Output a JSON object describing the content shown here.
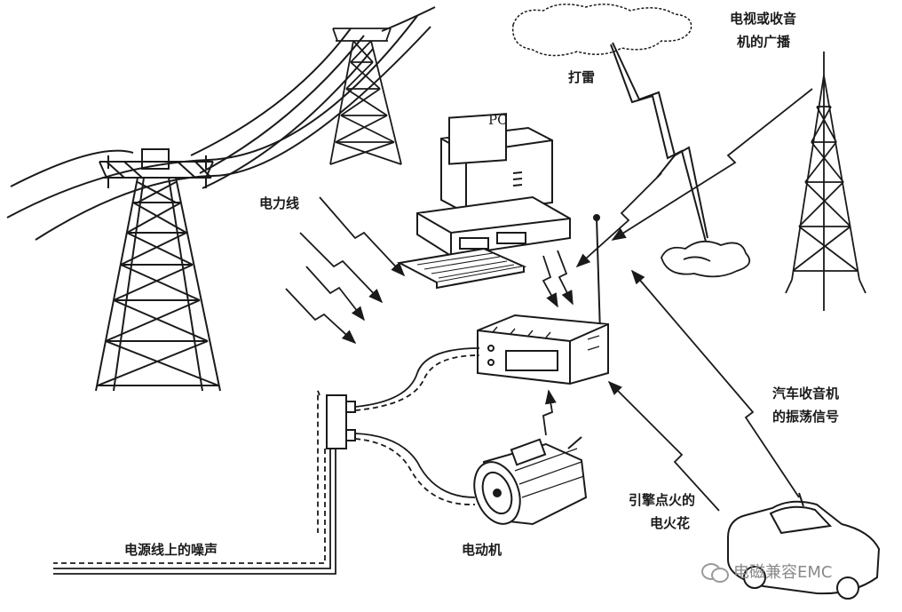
{
  "labels": {
    "pc": "PC",
    "power_line": "电力线",
    "thunder": "打雷",
    "broadcast_line1": "电视或收音",
    "broadcast_line2": "机的广播",
    "car_radio_line1": "汽车收音机",
    "car_radio_line2": "的振荡信号",
    "ignition_line1": "引擎点火的",
    "ignition_line2": "电火花",
    "motor": "电动机",
    "mains_noise": "电源线上的噪声"
  },
  "watermark": {
    "text": "电磁兼容EMC",
    "icon": "wechat-icon"
  },
  "colors": {
    "ink": "#1a1a1a",
    "background": "#ffffff",
    "watermark": "#8a8a8a"
  }
}
